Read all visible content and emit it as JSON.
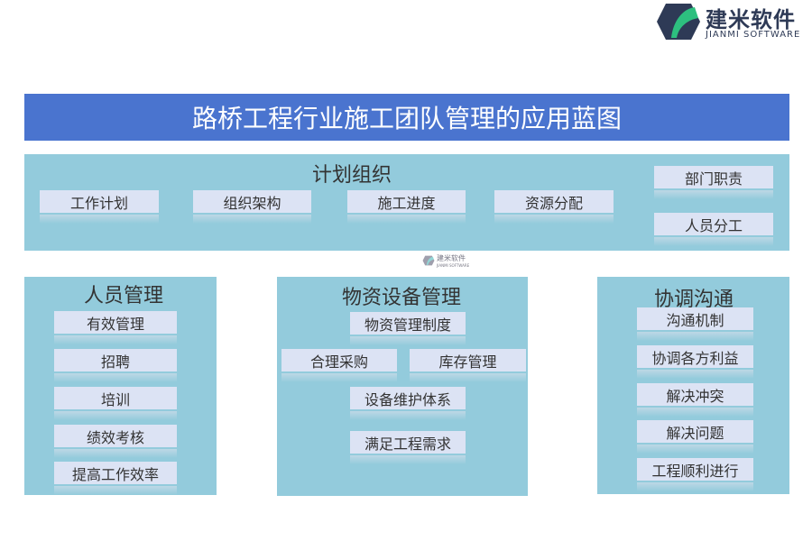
{
  "logo": {
    "name_cn": "建米软件",
    "name_en": "JIANMI SOFTWARE"
  },
  "watermark": {
    "name_cn": "建米软件",
    "name_en": "JIANMI SOFTWARE"
  },
  "title": "路桥工程行业施工团队管理的应用蓝图",
  "planning": {
    "title": "计划组织",
    "items": [
      "工作计划",
      "组织架构",
      "施工进度",
      "资源分配"
    ],
    "side_items": [
      "部门职责",
      "人员分工"
    ]
  },
  "personnel": {
    "title": "人员管理",
    "items": [
      "有效管理",
      "招聘",
      "培训",
      "绩效考核",
      "提高工作效率"
    ]
  },
  "materials": {
    "title": "物资设备管理",
    "items": [
      "物资管理制度",
      "合理采购",
      "库存管理",
      "设备维护体系",
      "满足工程需求"
    ]
  },
  "coordination": {
    "title": "协调沟通",
    "items": [
      "沟通机制",
      "协调各方利益",
      "解决冲突",
      "解决问题",
      "工程顺利进行"
    ]
  },
  "colors": {
    "title_bar": "#4a74cf",
    "panel": "#93cbdc",
    "box": "#dce3f4"
  }
}
